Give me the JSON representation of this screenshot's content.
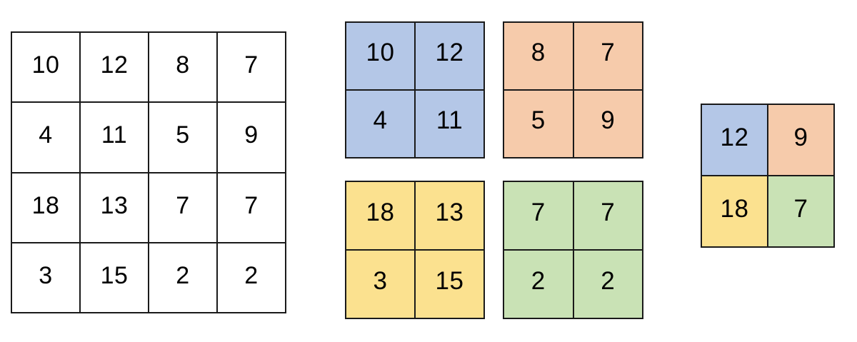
{
  "diagram": {
    "type": "max-pooling-2x2",
    "palette": {
      "blue": "#b4c7e7",
      "orange": "#f6cbab",
      "yellow": "#fbe18f",
      "green": "#c9e2b5",
      "border": "#1a1a1a",
      "background": "#ffffff",
      "text": "#000000"
    },
    "input_matrix": {
      "rows": 4,
      "cols": 4,
      "values": [
        [
          "10",
          "12",
          "8",
          "7"
        ],
        [
          "4",
          "11",
          "5",
          "9"
        ],
        [
          "18",
          "13",
          "7",
          "7"
        ],
        [
          "3",
          "15",
          "2",
          "2"
        ]
      ]
    },
    "windows": [
      {
        "name": "top-left",
        "color_key": "blue",
        "values": [
          [
            "10",
            "12"
          ],
          [
            "4",
            "11"
          ]
        ],
        "max": "12"
      },
      {
        "name": "top-right",
        "color_key": "orange",
        "values": [
          [
            "8",
            "7"
          ],
          [
            "5",
            "9"
          ]
        ],
        "max": "9"
      },
      {
        "name": "bottom-left",
        "color_key": "yellow",
        "values": [
          [
            "18",
            "13"
          ],
          [
            "3",
            "15"
          ]
        ],
        "max": "18"
      },
      {
        "name": "bottom-right",
        "color_key": "green",
        "values": [
          [
            "7",
            "7"
          ],
          [
            "2",
            "2"
          ]
        ],
        "max": "7"
      }
    ],
    "output_matrix": {
      "rows": 2,
      "cols": 2,
      "values": [
        [
          "12",
          "9"
        ],
        [
          "18",
          "7"
        ]
      ],
      "cell_colors": [
        [
          "blue",
          "orange"
        ],
        [
          "yellow",
          "green"
        ]
      ]
    }
  }
}
